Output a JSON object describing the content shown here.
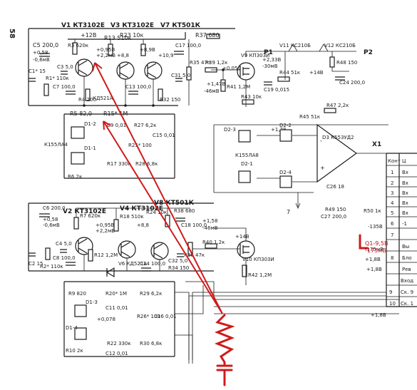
{
  "page": {
    "page_number": "58"
  },
  "top_section": {
    "transistors": [
      "V1 КТ3102Е",
      "V3 КТ3102Е",
      "V7 КТ501К"
    ],
    "components": [
      "+12В",
      "R13 510к",
      "R23 10к",
      "R37 680",
      "C5 200,0",
      "+0,58",
      "-0,6мВ",
      "R3 620к",
      "+0,95В",
      "+2,2мВ",
      "+8,9В",
      "+8,8",
      "+10,9",
      "C17 100,0",
      "C1* 15",
      "R1* 110к",
      "C3 5,0",
      "C7 100,0",
      "R4 200",
      "КД521А",
      "C13 100,0",
      "R35 47п",
      "C31 5,0",
      "R32 150",
      "R39 1,2к",
      "+0,059",
      "+1,47В",
      "-46мВ",
      "R41 1,2М",
      "R43 10к",
      "V9 КП303И",
      "C19 0,015",
      "R44 51к",
      "P1",
      "+2,33В",
      "-30мВ",
      "V11 КС210Б",
      "V12 КС210Б",
      "P2",
      "R48 150",
      "+14В",
      "C24 200,0",
      "R47 2,2к",
      "R45 51к",
      "+1,78"
    ],
    "mid_components": [
      "R5 82,0",
      "R15* 1М",
      "D1-2",
      "D1-1",
      "К155ЛА4",
      "C9 0,01",
      "R27 6,2к",
      "C15 0,01",
      "R25* 100",
      "R17 330к",
      "R28 6,8к",
      "R6 2к",
      "D2-3",
      "D2-1",
      "D2-2",
      "D2-4",
      "К155ЛА8",
      "D3 К553УД2",
      "C26 18",
      "R49 150",
      "C27 200,0",
      "R50 1к"
    ]
  },
  "bottom_section": {
    "transistors": [
      "V2 КТ3102Е",
      "V4 КТ3102Е",
      "V8 КТ501К"
    ],
    "components": [
      "C6 200,0",
      "+0,58",
      "-0,6мВ",
      "R7 620к",
      "+0,95В",
      "+2,2мВ",
      "R18 510к",
      "+8,8",
      "R24 10к",
      "R38 680",
      "C18 100,0",
      "+1,58",
      "-46мВ",
      "C2 15",
      "R2* 110к",
      "C4 5,0",
      "C8 100,0",
      "R12 1,2М",
      "V6 КД521А",
      "C14 100,0",
      "R36 47к",
      "C32 5,0",
      "R34 150",
      "R40 1,2к",
      "+14В",
      "V10 КП303И",
      "R42 1,2М",
      "R9 820",
      "R20* 1М",
      "R29 6,2к",
      "D1-3",
      "C11 0,01",
      "+0,078",
      "R26* 100",
      "C16 0,01",
      "D1-4",
      "R22 330к",
      "R30 6,8к",
      "R10 2к",
      "C12 0,01"
    ]
  },
  "connector": {
    "name": "X1",
    "header": "Конт",
    "pins": [
      "1",
      "2",
      "3",
      "4",
      "5",
      "6",
      "7",
      "8",
      "9",
      "10"
    ],
    "texts": [
      "Вх",
      "Ц",
      "Вх",
      "Вх",
      "Вх",
      "Вх",
      "-1",
      "Вы",
      "Бло",
      "Рев",
      "Вход",
      "Ск. 9",
      "Ск. 1"
    ],
    "values": [
      "-135В",
      "-175мВ",
      "+1,8В",
      "+1,8В",
      "+1,8В"
    ]
  },
  "annotations": {
    "red_labels": [
      "Q1-9,5В",
      "-175мВ"
    ]
  }
}
